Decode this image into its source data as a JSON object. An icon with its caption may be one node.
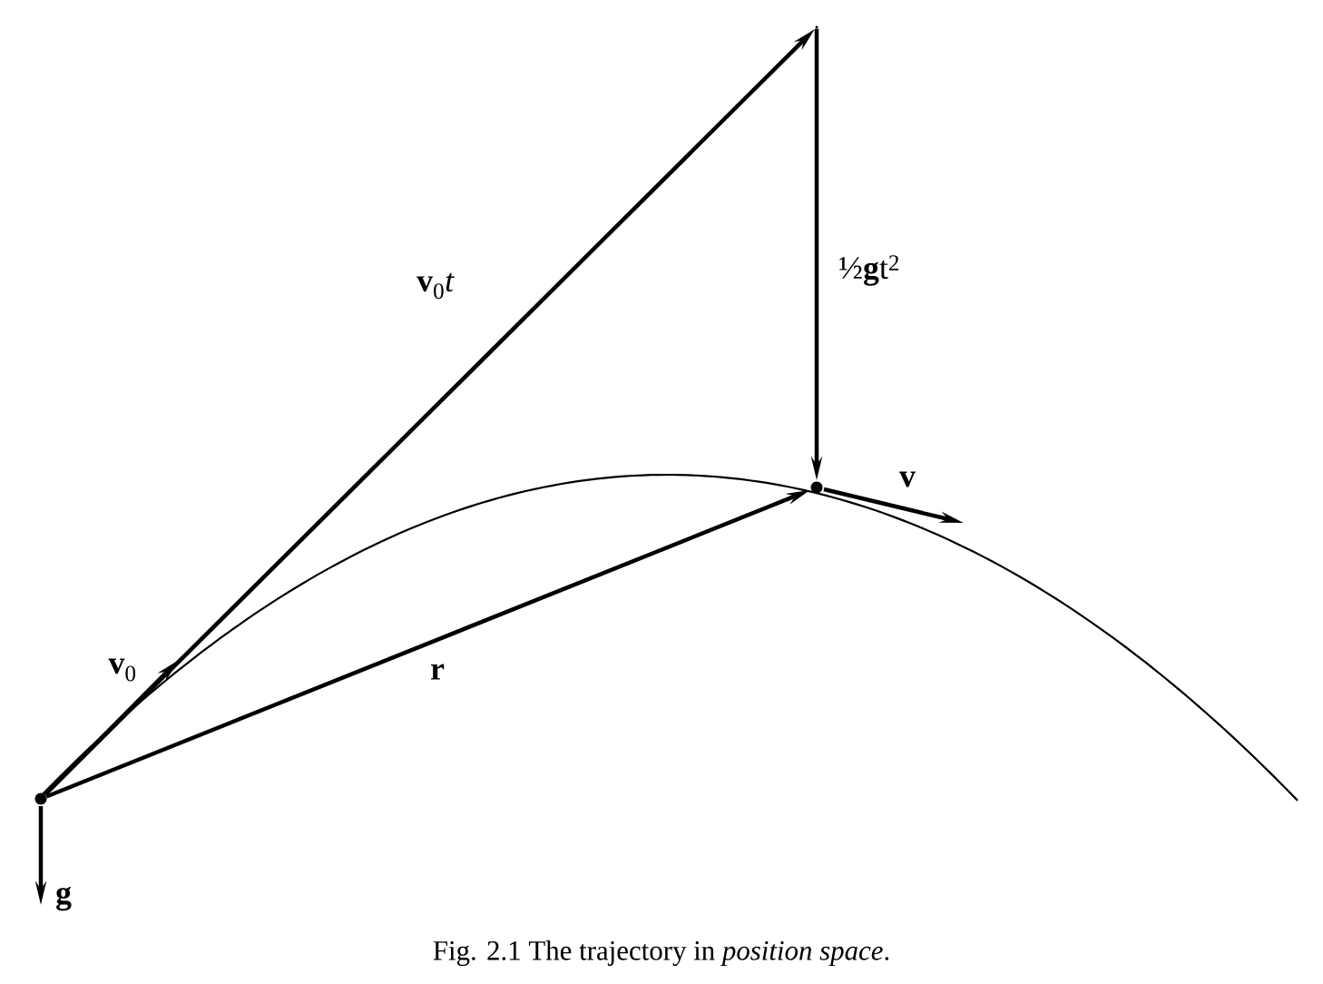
{
  "diagram": {
    "caption": "Fig. 2.1 The trajectory in *position space*.",
    "nodes": [
      {
        "text": [],
        "shape": "dot"
      },
      {
        "text": [],
        "shape": "vertex"
      },
      {
        "text": [],
        "shape": "dot"
      }
    ],
    "edges": [
      {
        "from": 0,
        "to": 1,
        "arrow": "to",
        "label": "**v**$_{0}$*t*"
      },
      {
        "from": 1,
        "to": 2,
        "arrow": "to",
        "label": "½**g**t$^{2}$"
      },
      {
        "from": 0,
        "to": 2,
        "arrow": "to",
        "label": "r"
      }
    ],
    "labels": [
      "**v**$_{0}$",
      "v",
      "g"
    ]
  }
}
